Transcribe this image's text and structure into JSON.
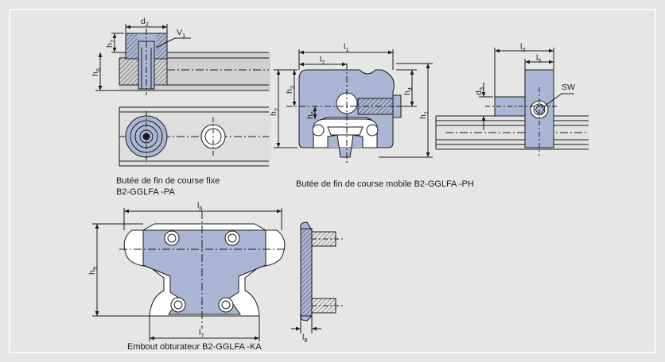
{
  "captions": {
    "fixed_stop_line1": "Butée de fin de course fixe",
    "fixed_stop_line2": "B2-GGLFA -PA",
    "mobile_stop": "Butée de fin de course mobile B2-GGLFA -PH",
    "end_cap": "Embout obturateur B2-GGLFA -KA"
  },
  "dimension_labels": {
    "d2": {
      "base": "d",
      "sub": "2"
    },
    "v1": {
      "base": "V",
      "sub": "1"
    },
    "h7": {
      "base": "h",
      "sub": "7"
    },
    "h6": {
      "base": "h",
      "sub": "6"
    },
    "l1": {
      "base": "l",
      "sub": "1"
    },
    "l2": {
      "base": "l",
      "sub": "2"
    },
    "h1": {
      "base": "h",
      "sub": "1"
    },
    "h2": {
      "base": "h",
      "sub": "2"
    },
    "h3": {
      "base": "h",
      "sub": "3"
    },
    "h4": {
      "base": "h",
      "sub": "4"
    },
    "h5": {
      "base": "h",
      "sub": "5"
    },
    "l4": {
      "base": "l",
      "sub": "4"
    },
    "l5": {
      "base": "l",
      "sub": "5"
    },
    "d3": {
      "base": "d",
      "sub": "3"
    },
    "sw": {
      "base": "SW",
      "sub": ""
    },
    "l6": {
      "base": "l",
      "sub": "6"
    },
    "l7": {
      "base": "l",
      "sub": "7"
    },
    "h9": {
      "base": "h",
      "sub": "9"
    },
    "l8": {
      "base": "l",
      "sub": "8"
    }
  },
  "colors": {
    "background": "#e6e6e6",
    "part_fill": "#aab6d3",
    "line": "#1a1a1a",
    "frame": "#ffffff"
  }
}
